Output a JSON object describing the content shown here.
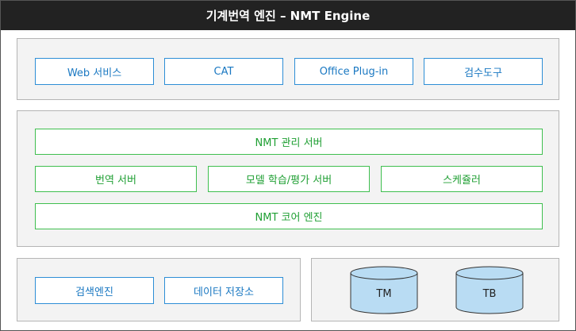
{
  "title": "기계번역 엔진  – NMT Engine",
  "colors": {
    "title_bg": "#222222",
    "panel_bg": "#f3f3f3",
    "panel_border": "#b5b5b5",
    "blue": "#2d8ed6",
    "green": "#3fbf4f",
    "cylinder_fill": "#b9dcf3"
  },
  "clients": [
    "Web 서비스",
    "CAT",
    "Office Plug-in",
    "검수도구"
  ],
  "server": {
    "management": "NMT 관리 서버",
    "translation": "번역 서버",
    "training": "모델 학습/평가 서버",
    "scheduler": "스케쥴러",
    "core": "NMT 코어 엔진"
  },
  "search": {
    "engine": "검색엔진",
    "storage": "데이터 저장소"
  },
  "databases": [
    "TM",
    "TB"
  ]
}
